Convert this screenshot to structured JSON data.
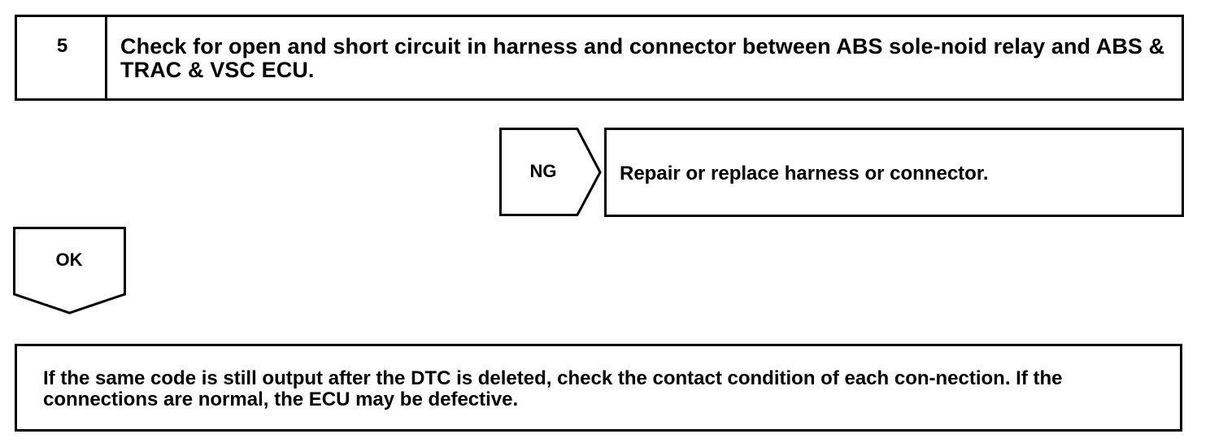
{
  "step": {
    "number": "5",
    "text": "Check for open and short circuit in harness and connector between ABS sole-noid relay and ABS & TRAC & VSC ECU."
  },
  "ng": {
    "label": "NG",
    "result": "Repair or replace harness or connector."
  },
  "ok": {
    "label": "OK"
  },
  "final": {
    "text": "If the same code is still output after the DTC is deleted, check the contact condition of each con-nection. If the connections are normal, the ECU may be defective."
  },
  "colors": {
    "line": "#000000",
    "background": "#ffffff"
  }
}
